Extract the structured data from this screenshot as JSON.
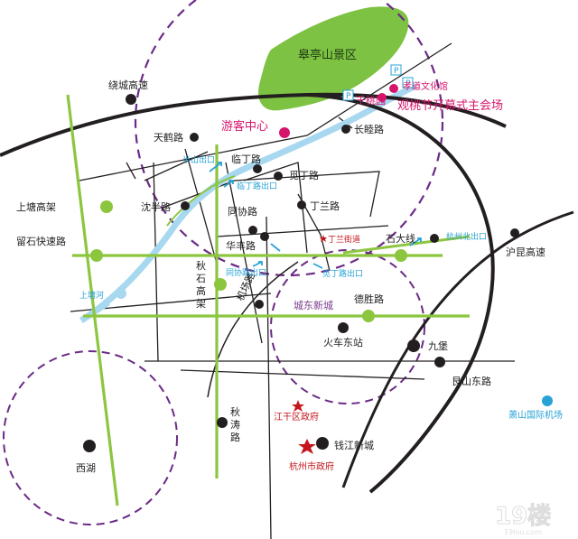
{
  "colors": {
    "road_main": "#231f20",
    "road_green": "#8cc63f",
    "river": "#a7d8ef",
    "pink": "#d5156c",
    "red": "#c4161c",
    "cyan": "#29a3d6",
    "purple_dash": "#6b2a86",
    "scenic": "#7dc242"
  },
  "scenic_area": {
    "label": "皋亭山景区"
  },
  "parking": {
    "p1": "P",
    "p2": "P",
    "p3": "P"
  },
  "pois": {
    "visitor_center": "游客中心",
    "peach_garden": "千桃园",
    "xiaodao_museum": "孝道文化馆",
    "opening_venue": "观桃节开幕式主会场",
    "jianggan_gov": "江干区政府",
    "hangzhou_gov": "杭州市政府",
    "xiaoshan_airport": "萧山国际机场",
    "watermark": "19楼",
    "watermark_sub": "19lou.com"
  },
  "roads": {
    "raocheng": "绕城高速",
    "tianhe": "天鹤路",
    "shangtang_viaduct": "上塘高架",
    "liushi_expressway": "留石快速路",
    "shangtang_river": "上塘河",
    "shenban": "沈半路",
    "tongxie": "同协路",
    "lingding": "临丁路",
    "mianding": "觅丁路",
    "dinglan": "丁兰路",
    "changsui": "长睦路",
    "huafeng": "华丰路",
    "qiushi_viaduct_1": "秋",
    "qiushi_viaduct_2": "石",
    "qiushi_viaduct_3": "高",
    "qiushi_viaduct_4": "架",
    "jiqian": "机场路",
    "shida": "石大线",
    "hulin_highway": "沪昆高速",
    "desheng": "德胜路",
    "chengdong": "城东新城",
    "east_station": "火车东站",
    "jiubao": "九堡",
    "genshan_east": "艮山东路",
    "xihu": "西湖",
    "qiutao_1": "秋",
    "qiutao_2": "涛",
    "qiutao_3": "路",
    "qianjiang": "钱江新城"
  },
  "exits": {
    "banshan": "半山出口",
    "lingding": "临丁路出口",
    "tongxie": "同协路出口",
    "dinglan_street": "丁兰街道",
    "mianding": "觅丁路出口",
    "hangzhou_north": "杭州北出口"
  }
}
